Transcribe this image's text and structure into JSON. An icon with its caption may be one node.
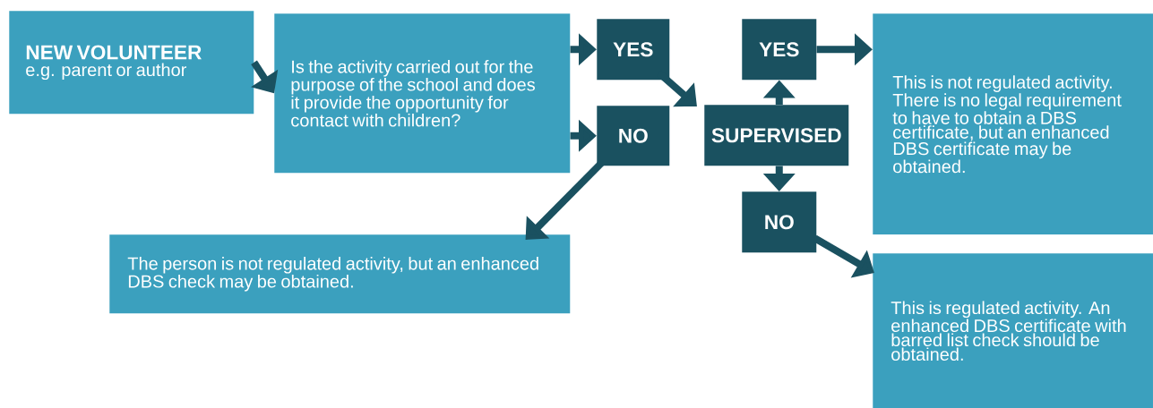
{
  "diagram": {
    "nodes": [
      {
        "text": [
          "NEW VOLUNTEER",
          "e.g. parent or author"
        ]
      },
      {
        "text": [
          "Is the activity carried out for the purpose of the school and does it provide the opportunity for contact with children?"
        ]
      },
      {
        "text": [
          "YES"
        ]
      },
      {
        "text": [
          "NO"
        ]
      },
      {
        "text": [
          "SUPERVISED"
        ]
      },
      {
        "text": [
          "YES"
        ]
      },
      {
        "text": [
          "NO"
        ]
      },
      {
        "text": [
          "This is not regulated activity. There is no legal requirement to have to obtain a DBS certificate, but an enhanced DBS certificate may be obtained."
        ]
      },
      {
        "text": [
          "The person is not regulated activity, but an enhanced DBS check may be obtained."
        ]
      },
      {
        "text": [
          "This is regulated activity. An enhanced DBS certificate with barred list check should be obtained."
        ]
      }
    ],
    "edges": [
      {
        "from": 0,
        "to": 1,
        "arrow": "to"
      },
      {
        "from": 1,
        "to": 2,
        "arrow": "to"
      },
      {
        "from": 1,
        "to": 3,
        "arrow": "to"
      },
      {
        "from": 2,
        "to": 4,
        "arrow": "to"
      },
      {
        "from": 3,
        "to": 8,
        "arrow": "to"
      },
      {
        "from": 4,
        "to": 5,
        "arrow": "to"
      },
      {
        "from": 4,
        "to": 6,
        "arrow": "to"
      },
      {
        "from": 5,
        "to": 7,
        "arrow": "to"
      },
      {
        "from": 6,
        "to": 9,
        "arrow": "to"
      }
    ]
  }
}
